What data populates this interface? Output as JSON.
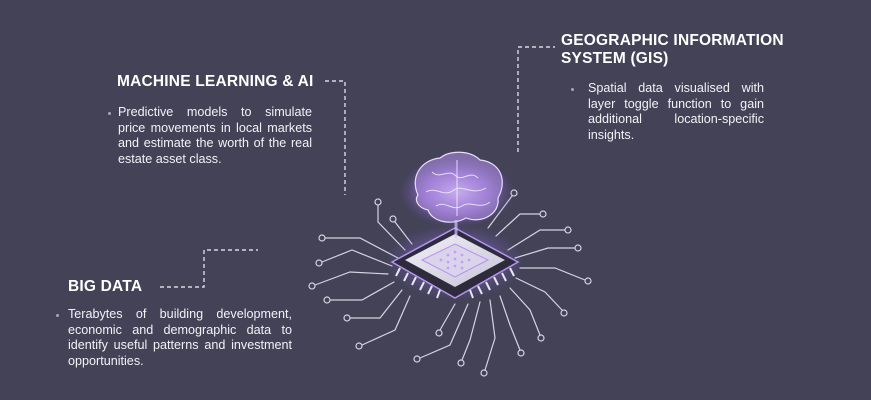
{
  "sections": {
    "ml": {
      "title": "MACHINE LEARNING & AI",
      "text": "Predictive models to simulate price movements in local markets and estimate the worth of the real estate asset class."
    },
    "gis": {
      "title_line1": "GEOGRAPHIC INFORMATION",
      "title_line2": "SYSTEM (GIS)",
      "text": "Spatial data visualised with layer toggle function to gain additional location-specific insights."
    },
    "bigdata": {
      "title": "BIG DATA",
      "text": "Terabytes of building development, economic and demographic data to identify useful patterns and investment opportunities."
    }
  },
  "colors": {
    "background": "#434257",
    "connector": "#d9d8e2",
    "chip_glow": "#b08cf0",
    "brain": "#c9a8f5"
  },
  "icons": {
    "center_art": "ai-chip-brain-icon"
  }
}
